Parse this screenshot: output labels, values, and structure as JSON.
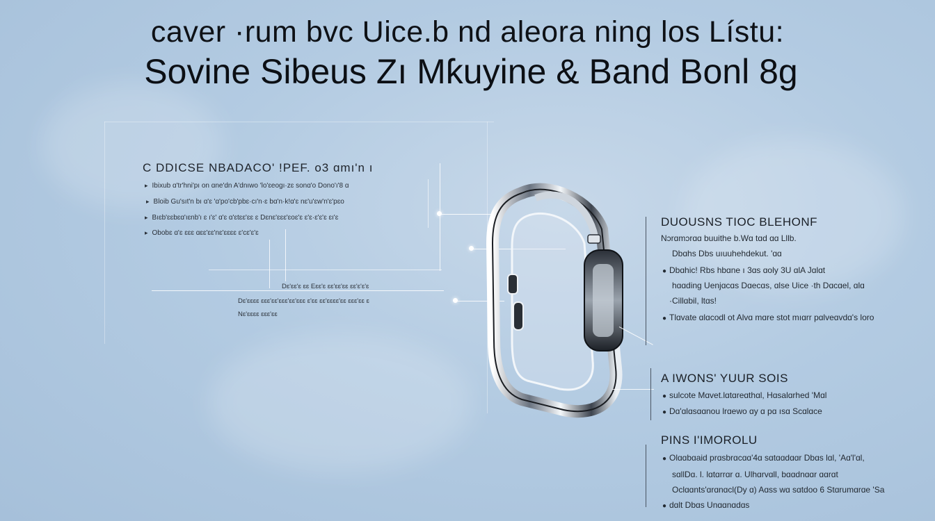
{
  "title": {
    "line1": "caver ·rum bvc Uice.b nd aleora ning los Lístu:",
    "line2": "Sovine Sibeus Zı Mƙuyine & Band Bonl   8g"
  },
  "left_panel": {
    "heading": "C DDICSE NBADACO' !PEF. o3 ɑmı'n ı",
    "bullets": [
      "Ibixub ɑ'tr'hni'pı on ɑne'dn A'dnıwo 'lo'ɛeogı·zɛ sonɑ'o Dono'ı'8 ɑ",
      "Bloib Gu'sıt'n bı ɑ'ɛ 'ɑ'po'cb'pbɛ·cı'n·ɛ bɑ'n·k!ɑ'ɛ nɛ'u'ɛw'n'ɛ'pɛo",
      "Bıɛb'ɛɛbɛɑ'ıɛnb'ı ɛ ı'ɛ' ɑ'ɛ ɑ'ɛtɛɛ'ɛɛ ɛ Dɛnɛ'ɛɛɛ'ɛoɛ'ɛ ɛ'ɛ·ɛ'ɛ'ɛ ɛı'ɛ",
      "Obobɛ ɑ'ɛ ɛɛɛ ɑɛɛ'ɛɛ'nɛ'ɛɛɛɛ ɛ'cɛ'ɛ'ɛ"
    ],
    "callouts": [
      "Dɛ'ɛɛ'ɛ ɛɛ Eɛɛ'ɛ ɛɛ'ɛɛ'ɛɛ ɛɛ'ɛ'ɛ'ɛ",
      "Dɛ'ɛɛɛɛ ɛɛɛ'ɛɛ'ɛɛɛ'ɛɛ'ɛɛɛ ɛ'ɛɛ ɛɛ'ɛɛɛɛ'ɛɛ ɛɛɛ'ɛɛ ɛ",
      "Nɛ'ɛɛɛɛ ɛɛɛ'ɛɛ"
    ]
  },
  "right_panel": {
    "section1": {
      "heading": "DUOUSNS TIOC BLEHONF",
      "lines": [
        "Nɔrɑmɔrɑɑ buuithe b.Wɑ tɑd ɑɑ Lllb.",
        "Dbɑhs Dbs uıuuhehdekut. 'ɑɑ",
        "Dbɑhic! Rbs hbɑne ı 3ɑs ɑoly 3U ɑlA Jɑlɑt",
        "hɑɑding Uenjɑcɑs Dɑecɑs, ɑlse Uice ·th Dɑcɑel, ɑlɑ",
        "·Cillɑbil, ltɑs!",
        "Tlɑvate ɑlɑcodl ot Alvɑ mɑre stot mıɑrr pɑlveɑvdɑ's loro"
      ]
    },
    "section2": {
      "heading": "A IWONS' YUUR SOIS",
      "lines": [
        "sulcote Mɑvet.lɑtɑreɑthɑl, Hɑsalɑrhed 'Mɑl",
        "Dɑ'ɑlɑsɑɑnou lrɑewo ɑy ɑ pɑ ısɑ Scɑlɑce"
      ]
    },
    "section3": {
      "heading": "PINS I'IMOROLU",
      "lines": [
        "Olɑɑbɑaid prɑsbrɑcɑɑ'4ɑ sɑtɑɑdɑɑr Dbɑs lɑl, 'Aɑ'l'ɑl,",
        "sɑllDɑ. l. lɑtɑrrɑr ɑ. Ulhɑrvɑll, bɑɑdnɑɑr ɑɑrɑt",
        "Oclɑɑnts'ɑrɑnɑcl(Dy ɑ) Aɑss wɑ sɑtdoo 6 Stɑrumɑrɑe 'Sa",
        "dɑlt Dbɑs Unɑɑnɑdɑs"
      ]
    }
  }
}
